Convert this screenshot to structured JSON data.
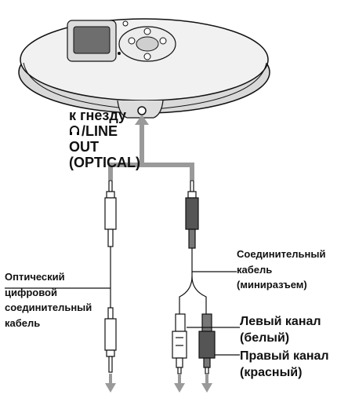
{
  "labels": {
    "jack": {
      "line1": "к гнезду",
      "line2_suffix": "/LINE",
      "line3": "OUT",
      "line4": "(OPTICAL)",
      "headphone_icon": "headphone-icon"
    },
    "optical_cable": [
      "Оптический",
      "цифровой",
      "соединительный",
      "кабель"
    ],
    "connecting_cable": [
      "Соединительный",
      "кабель",
      "(миниразъем)"
    ],
    "left_channel": [
      "Левый канал",
      "(белый)"
    ],
    "right_channel": [
      "Правый канал",
      "(красный)"
    ]
  },
  "colors": {
    "line": "#111111",
    "cable_gray": "#9a9a9a",
    "device_body": "#e6e6e6",
    "red_plug": "#555555"
  }
}
